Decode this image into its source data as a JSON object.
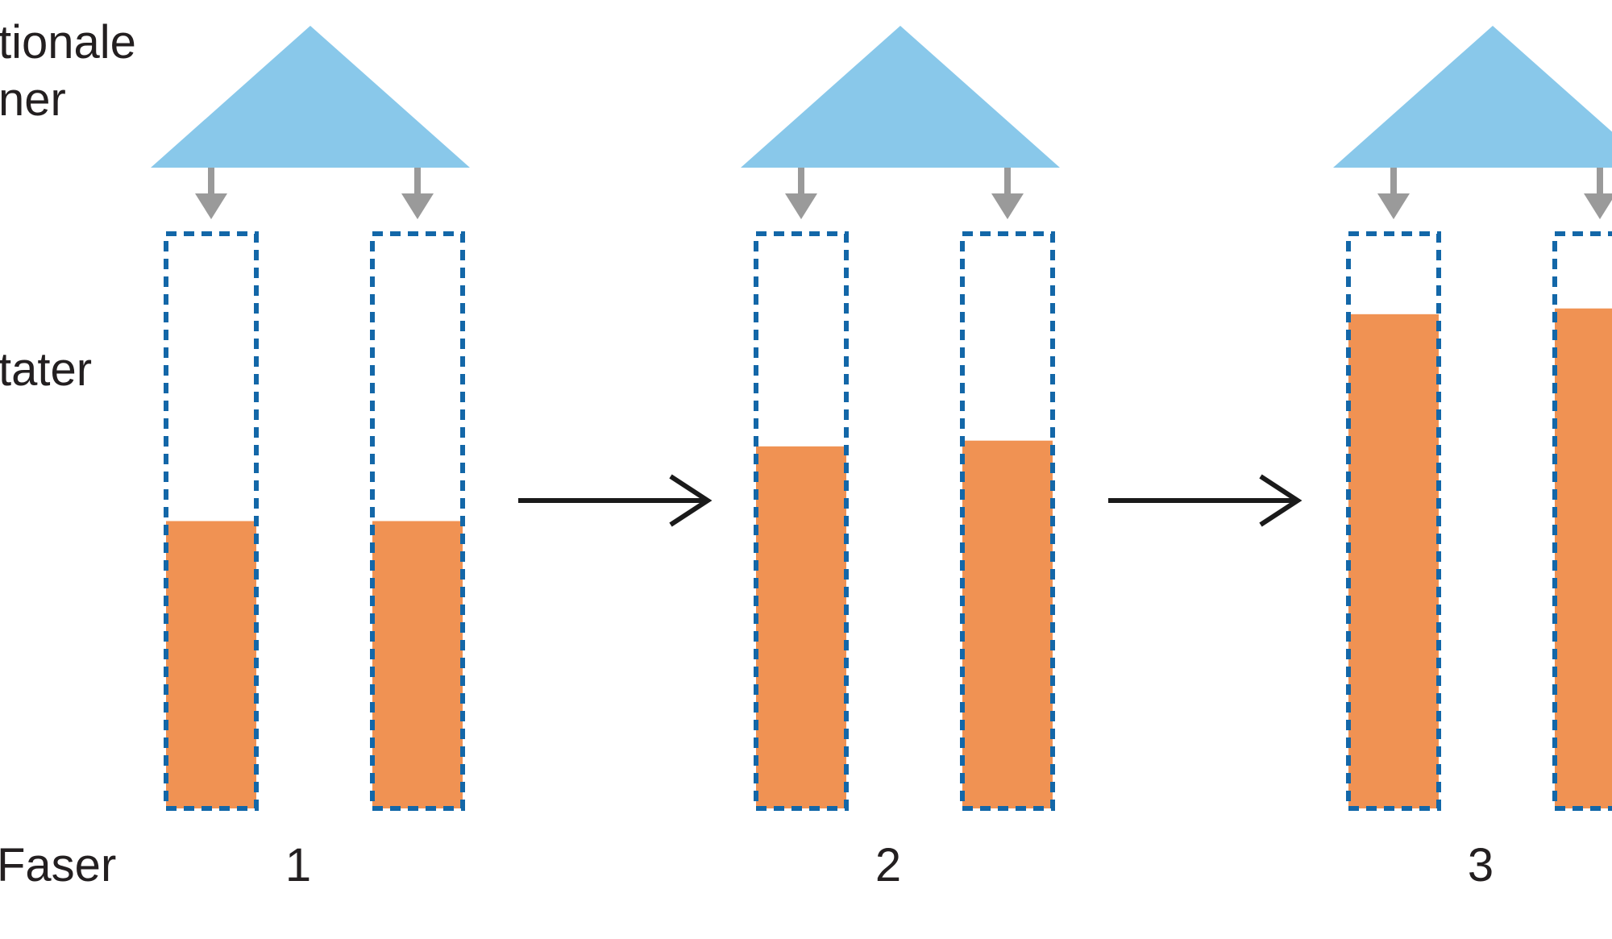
{
  "row_labels": {
    "top": [
      "tionale",
      "ner"
    ],
    "middle": "tater",
    "bottom": "Faser"
  },
  "phases": [
    {
      "label": "1",
      "fill_levels": [
        0.5,
        0.5
      ]
    },
    {
      "label": "2",
      "fill_levels": [
        0.63,
        0.64
      ]
    },
    {
      "label": "3",
      "fill_levels": [
        0.86,
        0.87
      ]
    }
  ],
  "colors": {
    "triangle": "#89c8ea",
    "down_arrow": "#9a9a9a",
    "container_border": "#1367a8",
    "fill": "#f09253",
    "phase_arrow": "#1a1a1a",
    "text": "#231f20"
  },
  "icons": {
    "down_arrow": "arrow-down-icon",
    "phase_arrow": "arrow-right-icon"
  }
}
